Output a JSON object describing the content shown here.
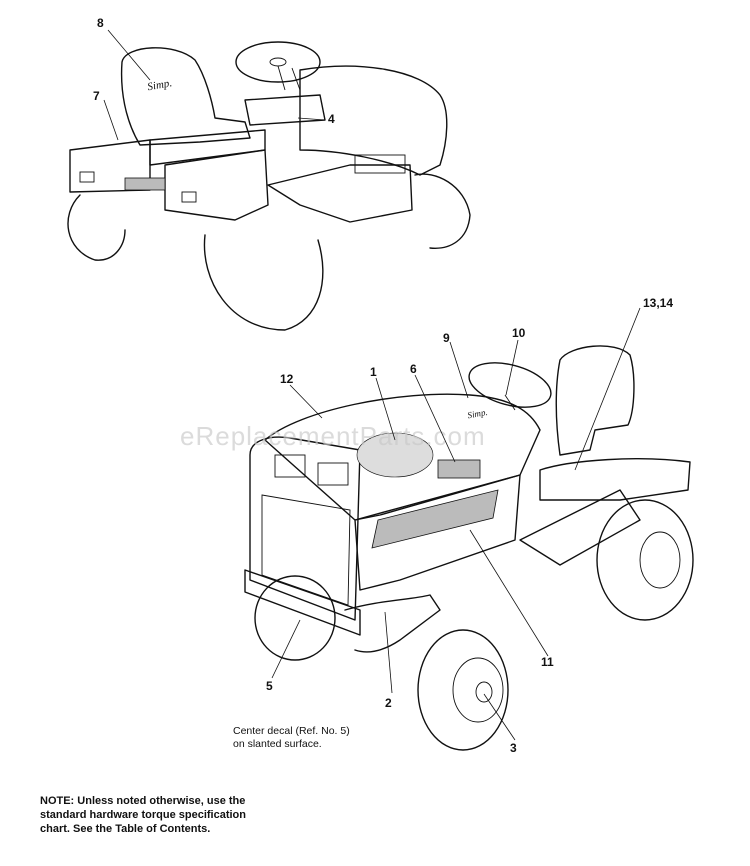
{
  "callouts": [
    {
      "id": "c8",
      "label": "8"
    },
    {
      "id": "c7",
      "label": "7"
    },
    {
      "id": "c4",
      "label": "4"
    },
    {
      "id": "c1314",
      "label": "13,14"
    },
    {
      "id": "c10",
      "label": "10"
    },
    {
      "id": "c9",
      "label": "9"
    },
    {
      "id": "c12",
      "label": "12"
    },
    {
      "id": "c1",
      "label": "1"
    },
    {
      "id": "c6",
      "label": "6"
    },
    {
      "id": "c11",
      "label": "11"
    },
    {
      "id": "c5",
      "label": "5"
    },
    {
      "id": "c2",
      "label": "2"
    },
    {
      "id": "c3",
      "label": "3"
    }
  ],
  "center_decal_note": {
    "line1": "Center decal (Ref. No. 5)",
    "line2": "on slanted surface."
  },
  "watermark": "eReplacementParts.com",
  "footer_note": {
    "line1": "NOTE: Unless noted otherwise, use the",
    "line2": "standard hardware torque specification",
    "line3": "chart. See the Table of Contents."
  }
}
